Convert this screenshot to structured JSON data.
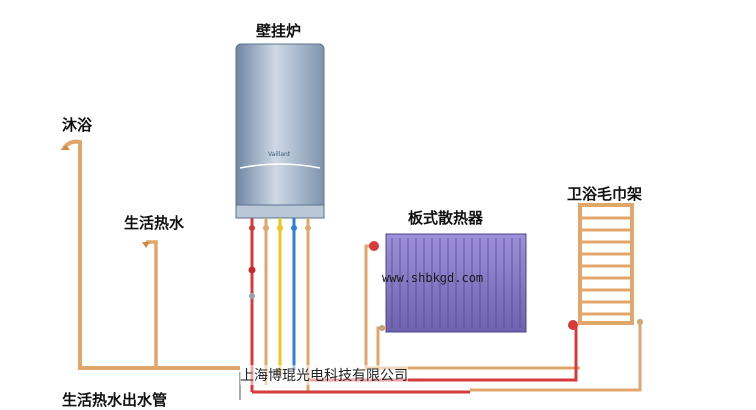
{
  "labels": {
    "boiler": "壁挂炉",
    "shower": "沐浴",
    "domestic_hot_water": "生活热水",
    "panel_radiator": "板式散热器",
    "towel_rack": "卫浴毛巾架",
    "hot_water_outlet_pipe": "生活热水出水管",
    "watermark": "www.shbkgd.com",
    "company": "上海博琨光电科技有限公司",
    "boiler_brand": "Vaillant"
  },
  "colors": {
    "pipe_copper": "#e0a66a",
    "pipe_red": "#d63a3a",
    "pipe_yellow": "#f0c419",
    "pipe_blue": "#2f7fd8",
    "boiler_body": "#8fa6c0",
    "radiator": "#8a7cc8",
    "towel_rack": "#e0a66a"
  }
}
